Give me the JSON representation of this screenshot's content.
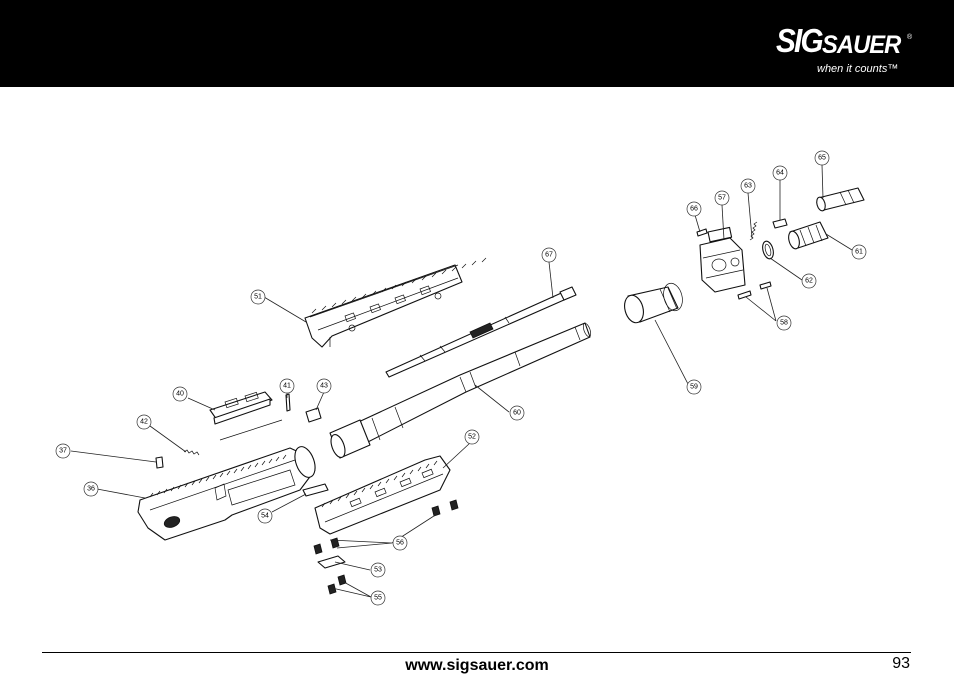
{
  "brand": {
    "logo_sig": "SIG",
    "logo_sauer": "SAUER",
    "logo_registered": "®",
    "tagline": "when it counts™"
  },
  "diagram": {
    "parts": [
      {
        "id": "36",
        "label": "36"
      },
      {
        "id": "37",
        "label": "37"
      },
      {
        "id": "40",
        "label": "40"
      },
      {
        "id": "41",
        "label": "41"
      },
      {
        "id": "42",
        "label": "42"
      },
      {
        "id": "43",
        "label": "43"
      },
      {
        "id": "51",
        "label": "51"
      },
      {
        "id": "52",
        "label": "52"
      },
      {
        "id": "53",
        "label": "53"
      },
      {
        "id": "54",
        "label": "54"
      },
      {
        "id": "55",
        "label": "55"
      },
      {
        "id": "56",
        "label": "56"
      },
      {
        "id": "57",
        "label": "57"
      },
      {
        "id": "58",
        "label": "58"
      },
      {
        "id": "59",
        "label": "59"
      },
      {
        "id": "60",
        "label": "60"
      },
      {
        "id": "61",
        "label": "61"
      },
      {
        "id": "62",
        "label": "62"
      },
      {
        "id": "63",
        "label": "63"
      },
      {
        "id": "64",
        "label": "64"
      },
      {
        "id": "65",
        "label": "65"
      },
      {
        "id": "66",
        "label": "66"
      },
      {
        "id": "67",
        "label": "67"
      }
    ]
  },
  "footer": {
    "website": "www.sigsauer.com",
    "page_number": "93"
  }
}
